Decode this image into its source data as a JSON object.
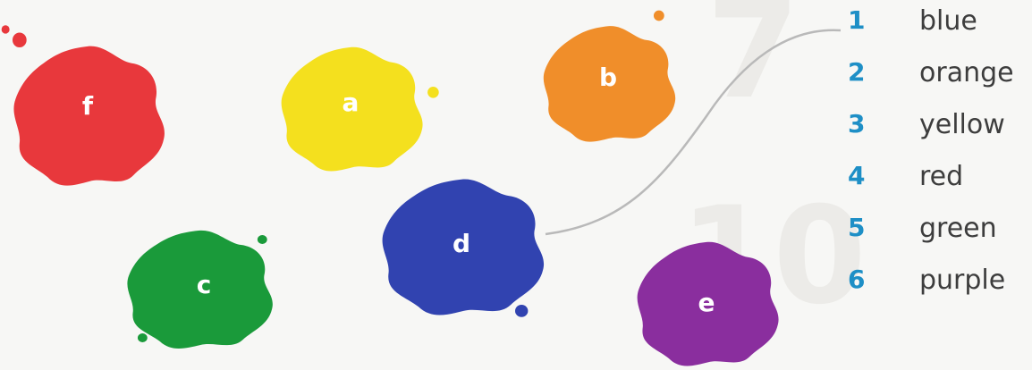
{
  "blobs": [
    {
      "letter": "f",
      "color": "#e8383c"
    },
    {
      "letter": "a",
      "color": "#f4e01e"
    },
    {
      "letter": "b",
      "color": "#f08e2a"
    },
    {
      "letter": "d",
      "color": "#3143b0"
    },
    {
      "letter": "c",
      "color": "#1a9a3a"
    },
    {
      "letter": "e",
      "color": "#8a2e9e"
    }
  ],
  "colour_words": [
    {
      "num": "1",
      "word": "blue"
    },
    {
      "num": "2",
      "word": "orange"
    },
    {
      "num": "3",
      "word": "yellow"
    },
    {
      "num": "4",
      "word": "red"
    },
    {
      "num": "5",
      "word": "green"
    },
    {
      "num": "6",
      "word": "purple"
    }
  ],
  "colors": {
    "number_blue": "#1e8fc6",
    "match_line": "#b9b9b9"
  }
}
